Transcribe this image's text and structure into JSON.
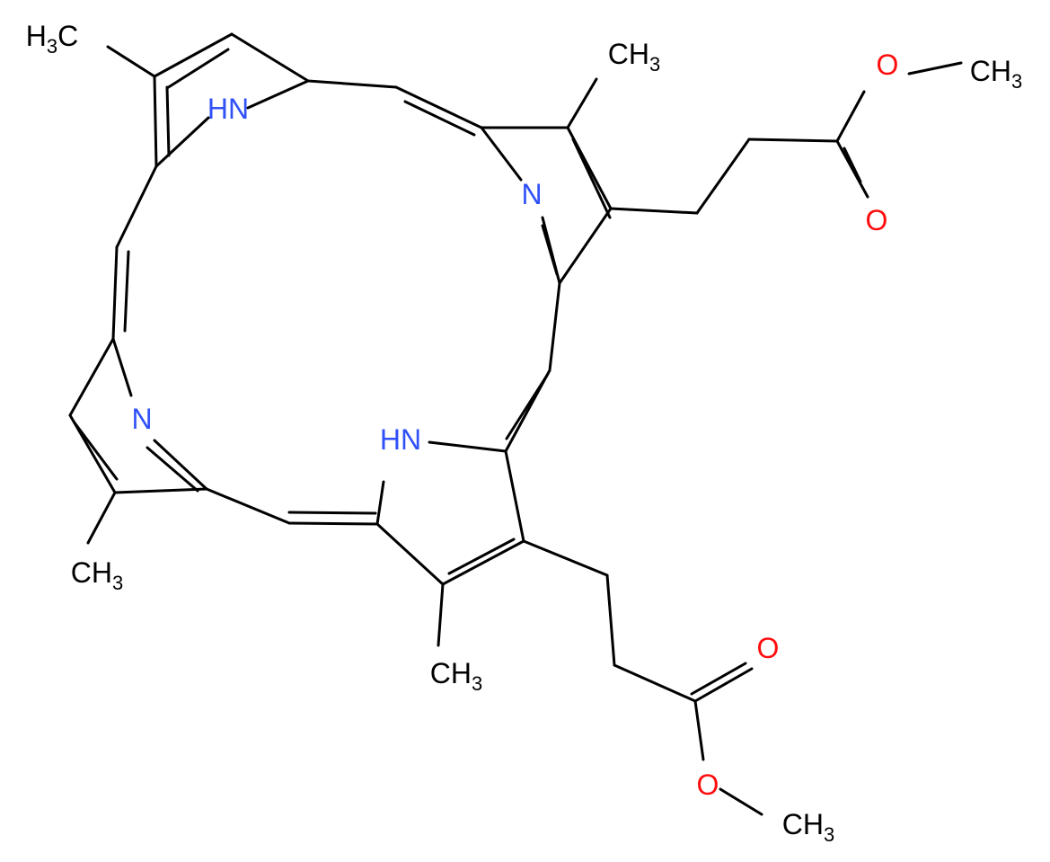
{
  "colors": {
    "bond": "#000000",
    "carbon": "#000000",
    "nitrogen": "#3050F8",
    "oxygen": "#FF0D0D"
  },
  "atoms": {
    "me1": {
      "main": "H",
      "sub": "3",
      "tail": "C",
      "element": "C"
    },
    "me2": {
      "main": "CH",
      "sub": "3",
      "tail": "",
      "element": "C"
    },
    "me3": {
      "main": "CH",
      "sub": "3",
      "tail": "",
      "element": "C"
    },
    "me4": {
      "main": "CH",
      "sub": "3",
      "tail": "",
      "element": "C"
    },
    "me5": {
      "main": "CH",
      "sub": "3",
      "tail": "",
      "element": "C"
    },
    "me6": {
      "main": "CH",
      "sub": "3",
      "tail": "",
      "element": "C"
    },
    "n1": {
      "main": "HN",
      "sub": "",
      "tail": "",
      "element": "N"
    },
    "n2": {
      "main": "N",
      "sub": "",
      "tail": "",
      "element": "N"
    },
    "n3": {
      "main": "N",
      "sub": "",
      "tail": "",
      "element": "N"
    },
    "n4": {
      "main": "HN",
      "sub": "",
      "tail": "",
      "element": "N"
    },
    "o1": {
      "main": "O",
      "sub": "",
      "tail": "",
      "element": "O"
    },
    "o2": {
      "main": "O",
      "sub": "",
      "tail": "",
      "element": "O"
    },
    "o3": {
      "main": "O",
      "sub": "",
      "tail": "",
      "element": "O"
    },
    "o4": {
      "main": "O",
      "sub": "",
      "tail": "",
      "element": "O"
    }
  }
}
